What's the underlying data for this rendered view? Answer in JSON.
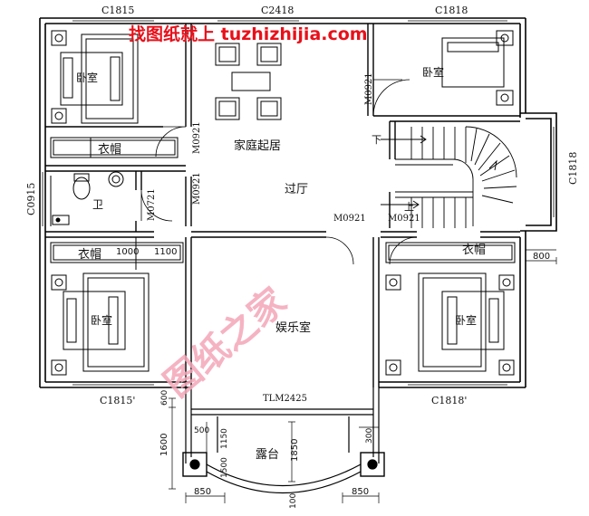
{
  "watermark_top": "找图纸就上 tuzhizhijia.com",
  "watermark_diag": "图纸之家",
  "rooms": {
    "bedroom_tl": "卧室",
    "bedroom_tr": "卧室",
    "bedroom_bl": "卧室",
    "bedroom_br": "卧室",
    "family_room": "家庭起居",
    "hall": "过厅",
    "entertainment": "娱乐室",
    "bathroom": "卫",
    "closet_1": "衣帽",
    "closet_2": "衣帽",
    "closet_3": "衣帽",
    "terrace": "露台"
  },
  "stairs": {
    "down": "下",
    "up": "上"
  },
  "windows": {
    "w_top_left": "C1815",
    "w_top_mid": "C2418",
    "w_top_right": "C1818",
    "w_bottom_left": "C1815'",
    "w_bottom_right": "C1818'",
    "w_left": "C0915",
    "w_right": "C1818",
    "door_terrace": "TLM2425"
  },
  "doors": {
    "d1": "M0921",
    "d2": "M0921",
    "d3": "M0921",
    "d4": "M0721",
    "d5": "M0921",
    "d6": "M0921"
  },
  "dims": {
    "d1000": "1000",
    "d1100": "1100",
    "d800": "800",
    "d600": "600",
    "d1600": "1600",
    "d500": "500",
    "d1150": "1150",
    "d1850": "1850",
    "d300": "300",
    "d1500": "1500",
    "d850a": "850",
    "d850b": "850",
    "d100": "100"
  },
  "colors": {
    "wall": "#000000",
    "watermark": "#e8101a",
    "watermark_diag": "#f4a6b8"
  }
}
